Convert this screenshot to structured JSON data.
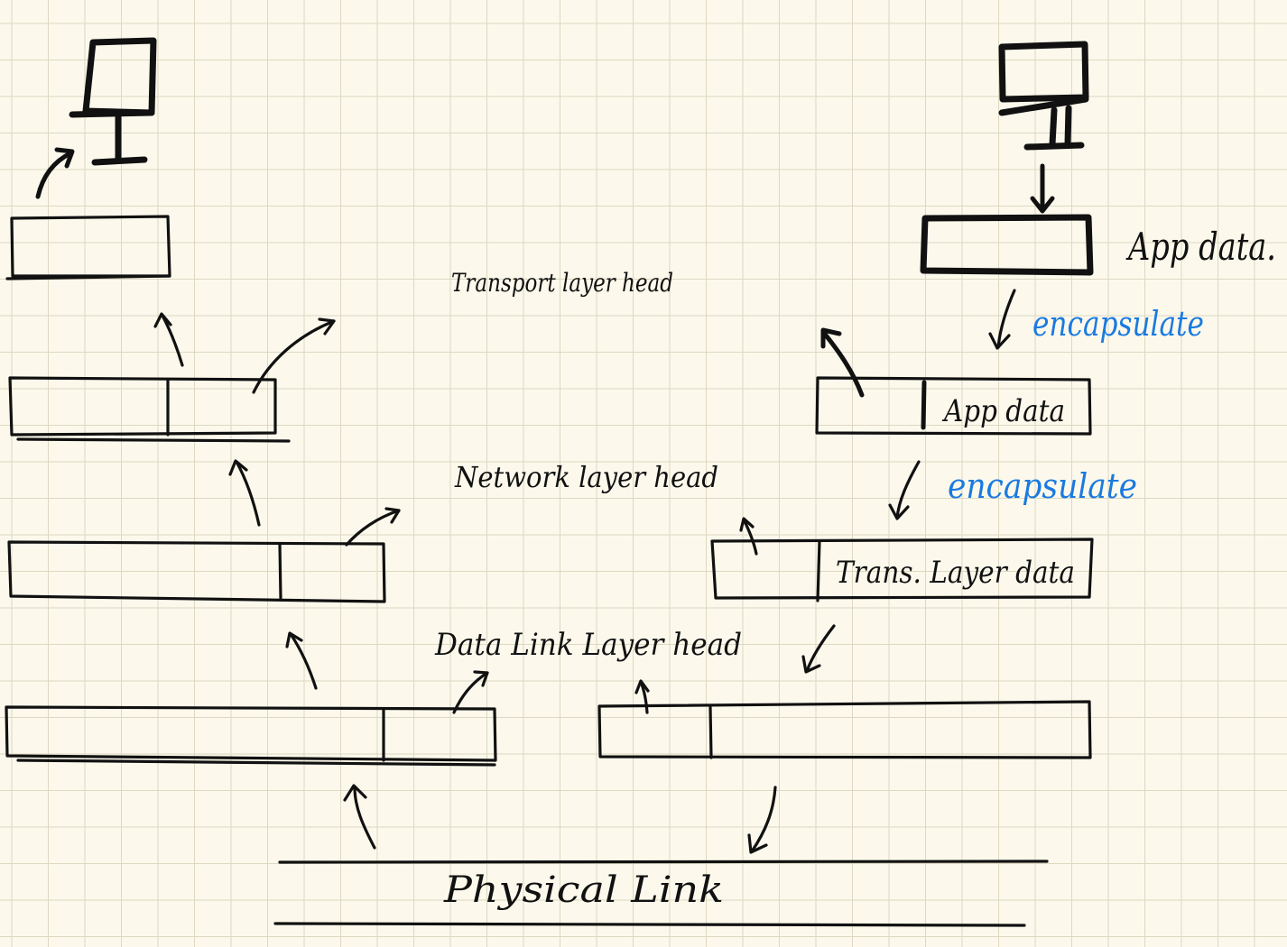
{
  "labels": {
    "transport_head": "Transport layer head",
    "network_head": "Network layer head",
    "datalink_head": "Data Link Layer head",
    "physical_link": "Physical      Link",
    "app_data_outer": "App data.",
    "encapsulate_1": "encapsulate",
    "encapsulate_2": "encapsulate",
    "app_data_inner": "App data",
    "trans_layer_data": "Trans.  Layer  data"
  },
  "colors": {
    "paper": "#fcf9ec",
    "grid": "#dcd8c2",
    "ink": "#111111",
    "annotation_blue": "#1a7ae0"
  },
  "icons": {
    "left_host": "computer-monitor-icon",
    "right_host": "computer-monitor-icon"
  }
}
